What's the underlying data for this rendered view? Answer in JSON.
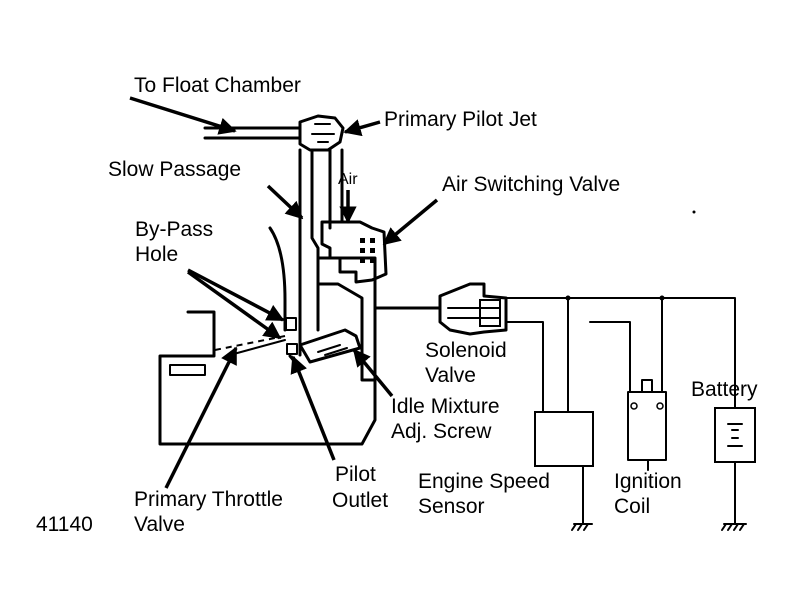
{
  "labels": {
    "float_chamber": "To Float Chamber",
    "primary_pilot_jet": "Primary Pilot Jet",
    "slow_passage": "Slow Passage",
    "air": "Air",
    "air_switching_valve": "Air Switching Valve",
    "bypass_line1": "By-Pass",
    "bypass_line2": "Hole",
    "solenoid_line1": "Solenoid",
    "solenoid_line2": "Valve",
    "battery": "Battery",
    "idle_line1": "Idle Mixture",
    "idle_line2": "Adj. Screw",
    "pilot_line1": "Pilot",
    "pilot_line2": "Outlet",
    "engine_line1": "Engine Speed",
    "engine_line2": "Sensor",
    "ignition_line1": "Ignition",
    "ignition_line2": "Coil",
    "throttle_line1": "Primary Throttle",
    "throttle_line2": "Valve",
    "figure_number": "41140"
  }
}
